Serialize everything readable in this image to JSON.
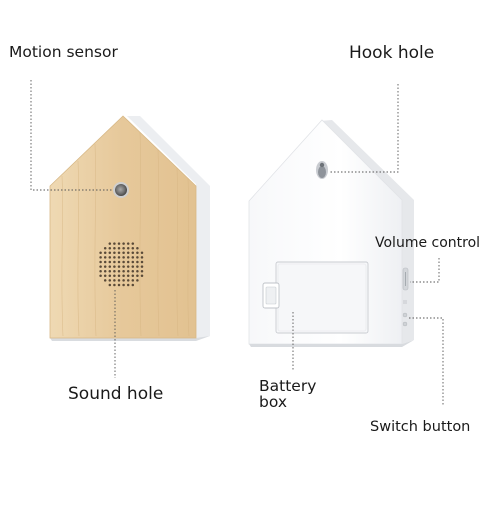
{
  "labels": {
    "motion_sensor": "Motion sensor",
    "hook_hole": "Hook hole",
    "volume_control": "Volume control",
    "sound_hole": "Sound hole",
    "battery_box": [
      "Battery",
      "box"
    ],
    "switch_button": "Switch button"
  },
  "colors": {
    "wood_face": "#e9cfa4",
    "wood_grain": "#d9b985",
    "device_body": "#ffffff",
    "device_edge": "#e4e6ea",
    "leader_line": "#555555"
  }
}
